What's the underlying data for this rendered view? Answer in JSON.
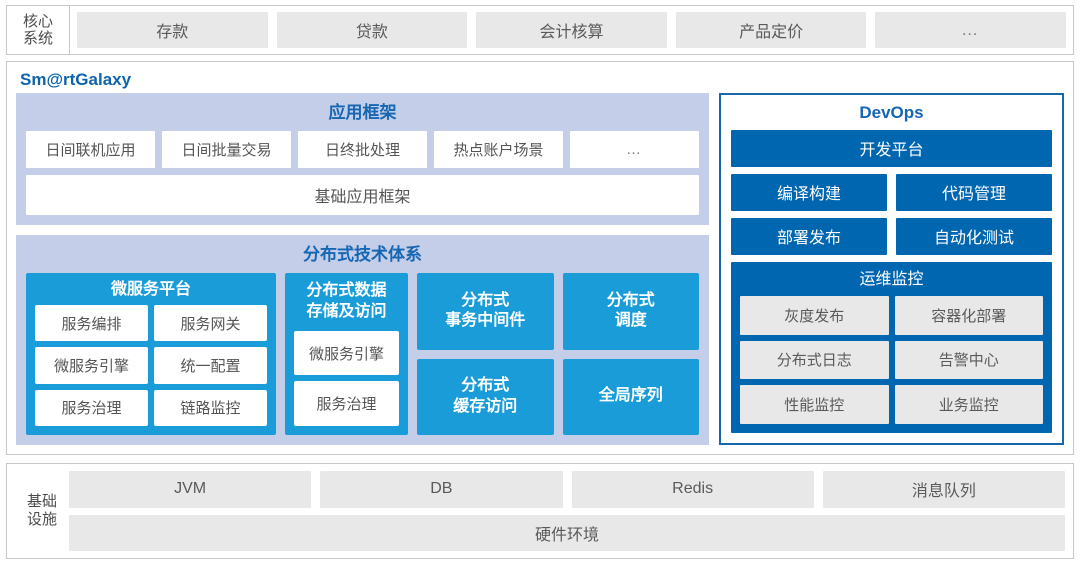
{
  "core_systems": {
    "label_line1": "核心",
    "label_line2": "系统",
    "items": [
      {
        "label": "存款"
      },
      {
        "label": "贷款"
      },
      {
        "label": "会计核算"
      },
      {
        "label": "产品定价"
      },
      {
        "label": "…"
      }
    ]
  },
  "galaxy": {
    "title": "Sm@rtGalaxy",
    "app_framework": {
      "title": "应用框架",
      "items": [
        {
          "label": "日间联机应用"
        },
        {
          "label": "日间批量交易"
        },
        {
          "label": "日终批处理"
        },
        {
          "label": "热点账户场景"
        },
        {
          "label": "…"
        }
      ],
      "base": "基础应用框架"
    },
    "distributed": {
      "title": "分布式技术体系",
      "microservice": {
        "title": "微服务平台",
        "items": [
          {
            "label": "服务编排"
          },
          {
            "label": "服务网关"
          },
          {
            "label": "微服务引擎"
          },
          {
            "label": "统一配置"
          },
          {
            "label": "服务治理"
          },
          {
            "label": "链路监控"
          }
        ]
      },
      "storage": {
        "title": "分布式数据\n存储及访问",
        "title_line1": "分布式数据",
        "title_line2": "存储及访问",
        "items": [
          {
            "label": "微服务引擎"
          },
          {
            "label": "服务治理"
          }
        ]
      },
      "column_a": [
        {
          "line1": "分布式",
          "line2": "事务中间件"
        },
        {
          "line1": "分布式",
          "line2": "缓存访问"
        }
      ],
      "column_b": [
        {
          "line1": "分布式",
          "line2": "调度"
        },
        {
          "line1": "全局序列",
          "line2": ""
        }
      ]
    }
  },
  "devops": {
    "title": "DevOps",
    "platform": "开发平台",
    "row1": [
      {
        "label": "编译构建"
      },
      {
        "label": "代码管理"
      }
    ],
    "row2": [
      {
        "label": "部署发布"
      },
      {
        "label": "自动化测试"
      }
    ],
    "ops": {
      "title": "运维监控",
      "items": [
        {
          "label": "灰度发布"
        },
        {
          "label": "容器化部署"
        },
        {
          "label": "分布式日志"
        },
        {
          "label": "告警中心"
        },
        {
          "label": "性能监控"
        },
        {
          "label": "业务监控"
        }
      ]
    }
  },
  "infrastructure": {
    "label_line1": "基础",
    "label_line2": "设施",
    "items": [
      {
        "label": "JVM"
      },
      {
        "label": "DB"
      },
      {
        "label": "Redis"
      },
      {
        "label": "消息队列"
      }
    ],
    "hardware": "硬件环境"
  },
  "colors": {
    "accent_blue": "#1566b3",
    "dark_blue": "#0066b0",
    "cyan_blue": "#1a9cd8",
    "lavender": "#c4cee9",
    "chip_gray": "#e8e8e8",
    "border_gray": "#c8c8c8"
  }
}
